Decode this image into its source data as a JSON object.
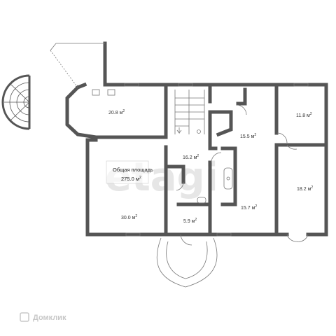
{
  "plan": {
    "rooms": [
      {
        "id": "r-20-8",
        "area": "20.8 м",
        "sup": "2"
      },
      {
        "id": "r-16-2",
        "area": "16.2 м",
        "sup": "2"
      },
      {
        "id": "r-15-5",
        "area": "15.5 м",
        "sup": "2"
      },
      {
        "id": "r-11-8",
        "area": "11.8 м",
        "sup": "2"
      },
      {
        "id": "r-30-0",
        "area": "30.0 м",
        "sup": "2"
      },
      {
        "id": "r-5-9",
        "area": "5.9 м",
        "sup": "2"
      },
      {
        "id": "r-15-7",
        "area": "15.7 м",
        "sup": "2"
      },
      {
        "id": "r-18-2",
        "area": "18.2 м",
        "sup": "2"
      }
    ],
    "total": {
      "label": "Общая площадь",
      "value": "275.0 м",
      "sup": "2"
    },
    "watermark": "etagi",
    "brand": "Домклик",
    "colors": {
      "wall": "#555555",
      "line": "#777777",
      "watermark": "#e6e6e6"
    }
  }
}
